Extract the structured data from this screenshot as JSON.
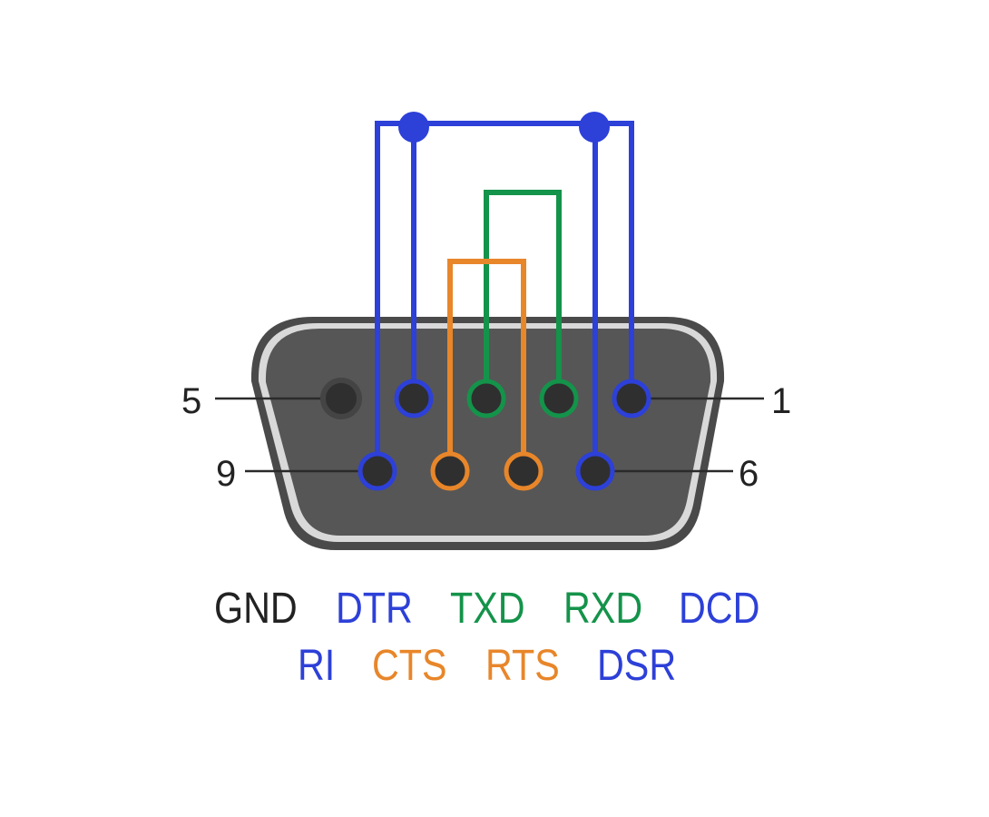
{
  "pin_numbers": {
    "top_left": "5",
    "top_right": "1",
    "bottom_left": "9",
    "bottom_right": "6"
  },
  "signals_row1": [
    {
      "label": "GND",
      "color": "#222222"
    },
    {
      "label": "DTR",
      "color": "#2d40d8"
    },
    {
      "label": "TXD",
      "color": "#14934a"
    },
    {
      "label": "RXD",
      "color": "#14934a"
    },
    {
      "label": "DCD",
      "color": "#2d40d8"
    }
  ],
  "signals_row2": [
    {
      "label": "RI",
      "color": "#2d40d8"
    },
    {
      "label": "CTS",
      "color": "#e8862a"
    },
    {
      "label": "RTS",
      "color": "#e8862a"
    },
    {
      "label": "DSR",
      "color": "#2d40d8"
    }
  ],
  "colors": {
    "blue": "#2d40d8",
    "green": "#14934a",
    "orange": "#e8862a",
    "connector_body": "#565656",
    "connector_rim": "#d9d9d9",
    "pin": "#2f2f2f"
  }
}
